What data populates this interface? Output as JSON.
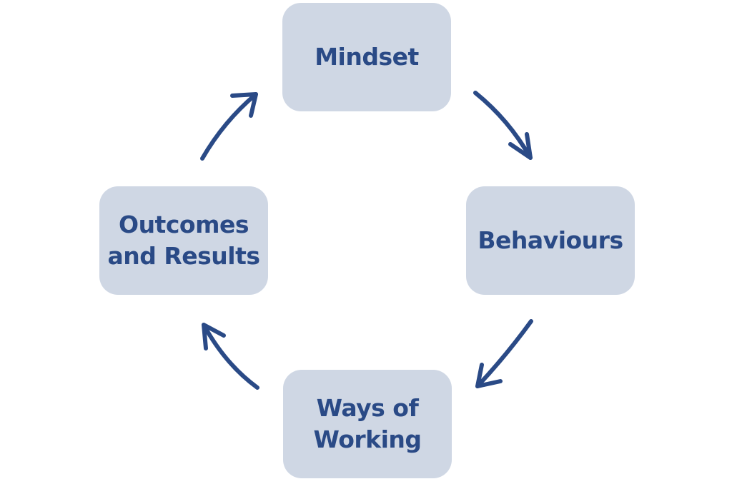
{
  "diagram": {
    "type": "cycle",
    "colors": {
      "box_fill": "#cfd7e4",
      "text": "#2a4a86",
      "arrow": "#2a4a86",
      "background": "#ffffff"
    },
    "nodes": [
      {
        "id": "mindset",
        "label": "Mindset"
      },
      {
        "id": "behaviours",
        "label": "Behaviours"
      },
      {
        "id": "ways",
        "label": "Ways of\nWorking"
      },
      {
        "id": "outcomes",
        "label": "Outcomes\nand Results"
      }
    ],
    "edges": [
      {
        "from": "mindset",
        "to": "behaviours"
      },
      {
        "from": "behaviours",
        "to": "ways"
      },
      {
        "from": "ways",
        "to": "outcomes"
      },
      {
        "from": "outcomes",
        "to": "mindset"
      }
    ]
  }
}
